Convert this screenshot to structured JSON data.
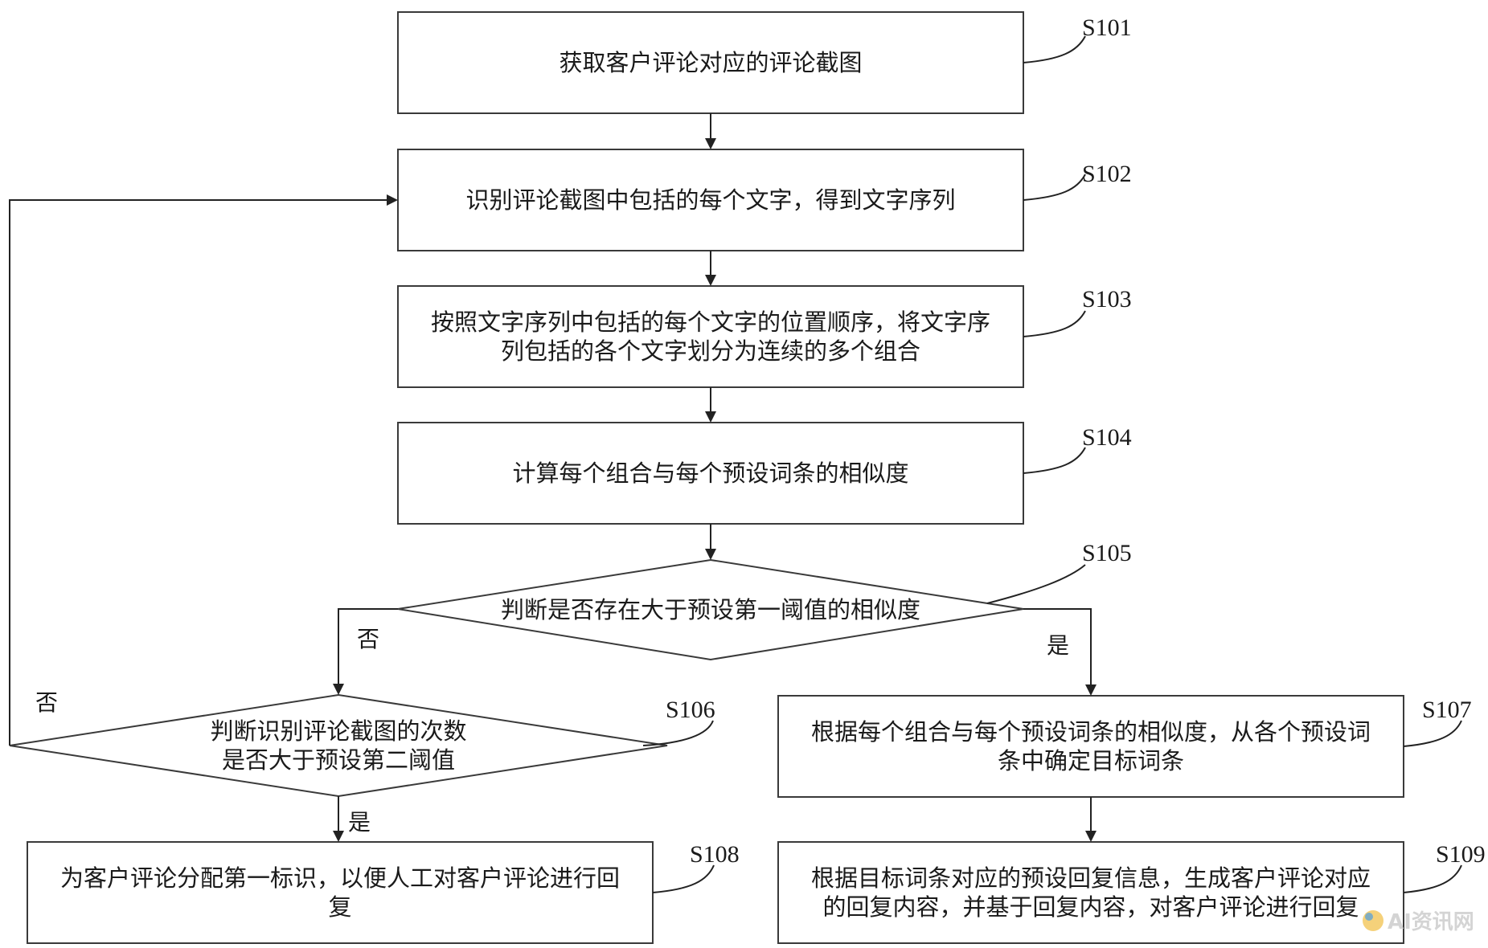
{
  "nodes": {
    "s101": {
      "id": "S101",
      "lines": [
        "获取客户评论对应的评论截图"
      ]
    },
    "s102": {
      "id": "S102",
      "lines": [
        "识别评论截图中包括的每个文字，得到文字序列"
      ]
    },
    "s103": {
      "id": "S103",
      "lines": [
        "按照文字序列中包括的每个文字的位置顺序，将文字序",
        "列包括的各个文字划分为连续的多个组合"
      ]
    },
    "s104": {
      "id": "S104",
      "lines": [
        "计算每个组合与每个预设词条的相似度"
      ]
    },
    "s105": {
      "id": "S105",
      "lines": [
        "判断是否存在大于预设第一阈值的相似度"
      ]
    },
    "s106": {
      "id": "S106",
      "lines": [
        "判断识别评论截图的次数",
        "是否大于预设第二阈值"
      ]
    },
    "s107": {
      "id": "S107",
      "lines": [
        "根据每个组合与每个预设词条的相似度，从各个预设词",
        "条中确定目标词条"
      ]
    },
    "s108": {
      "id": "S108",
      "lines": [
        "为客户评论分配第一标识，以便人工对客户评论进行回",
        "复"
      ]
    },
    "s109": {
      "id": "S109",
      "lines": [
        "根据目标词条对应的预设回复信息，生成客户评论对应",
        "的回复内容，并基于回复内容，对客户评论进行回复"
      ]
    }
  },
  "branches": {
    "s105_yes": "是",
    "s105_no": "否",
    "s106_yes": "是",
    "s106_no": "否"
  },
  "watermark": "AI资讯网"
}
